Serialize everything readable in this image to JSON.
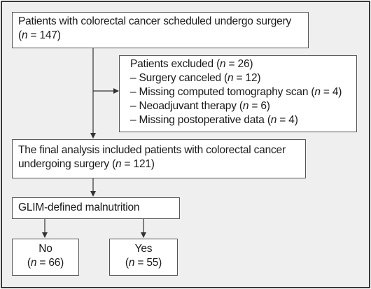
{
  "boxes": {
    "enrolled": {
      "line1": "Patients with colorectal cancer scheduled undergo surgery",
      "n_prefix": "(",
      "n_var": "n",
      "n_value": " = 147)"
    },
    "excluded": {
      "title": "Patients excluded (",
      "title_var": "n",
      "title_value": " = 26)",
      "items": [
        {
          "label": "– Surgery canceled (",
          "var": "n",
          "value": " = 12)"
        },
        {
          "label": "– Missing computed tomography scan (",
          "var": "n",
          "value": " = 4)"
        },
        {
          "label": "– Neoadjuvant therapy (",
          "var": "n",
          "value": " = 6)"
        },
        {
          "label": "– Missing postoperative data (",
          "var": "n",
          "value": " = 4)"
        }
      ]
    },
    "analysis": {
      "line1": "The final analysis included patients with colorectal cancer",
      "line2_prefix": "undergoing surgery (",
      "line2_var": "n",
      "line2_value": " = 121)"
    },
    "glim": {
      "label": "GLIM-defined malnutrition"
    },
    "no": {
      "label": "No",
      "n_prefix": "(",
      "n_var": "n",
      "n_value": " = 66)"
    },
    "yes": {
      "label": "Yes",
      "n_prefix": "(",
      "n_var": "n",
      "n_value": " = 55)"
    }
  },
  "colors": {
    "frame_background": "#f0efef",
    "box_background": "#ffffff",
    "border": "#555555",
    "text": "#1a1a1a"
  }
}
